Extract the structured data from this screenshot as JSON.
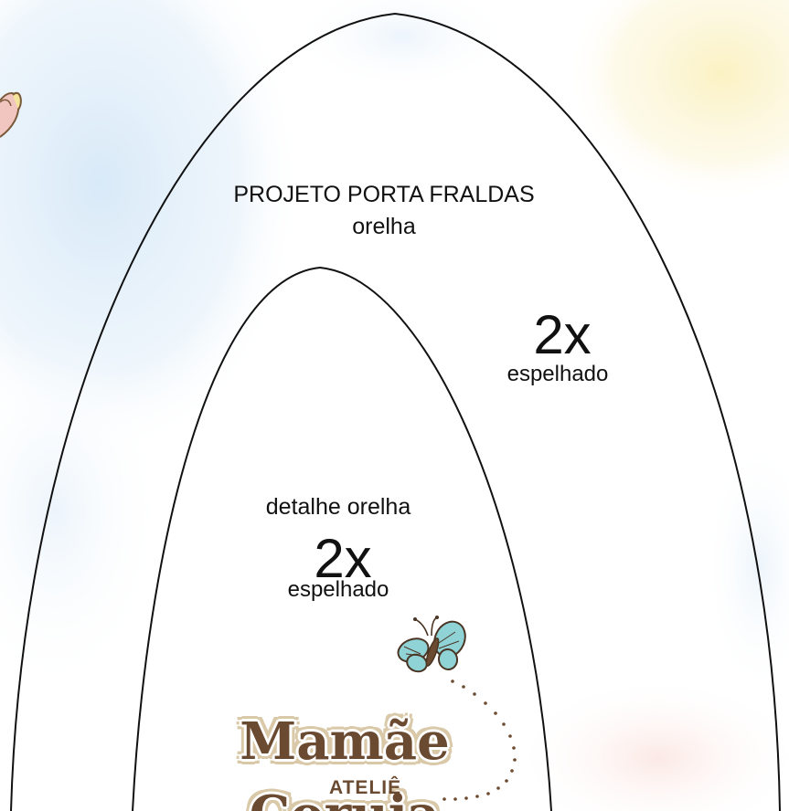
{
  "pattern": {
    "outer": {
      "title": "PROJETO PORTA FRALDAS",
      "subtitle": "orelha",
      "quantity": "2x",
      "note": "espelhado"
    },
    "inner": {
      "title": "detalhe orelha",
      "quantity": "2x",
      "note": "espelhado"
    }
  },
  "logo": {
    "name": "Mamãe Coruja",
    "tagline": "ATELIÊ",
    "icon": "butterfly-icon"
  },
  "colors": {
    "outline": "#111111",
    "logo_brown": "#6a4a30",
    "butterfly_teal": "#8fd3d6",
    "watercolor_blue": "#dcecf8",
    "watercolor_yellow": "#fbf3c8"
  }
}
